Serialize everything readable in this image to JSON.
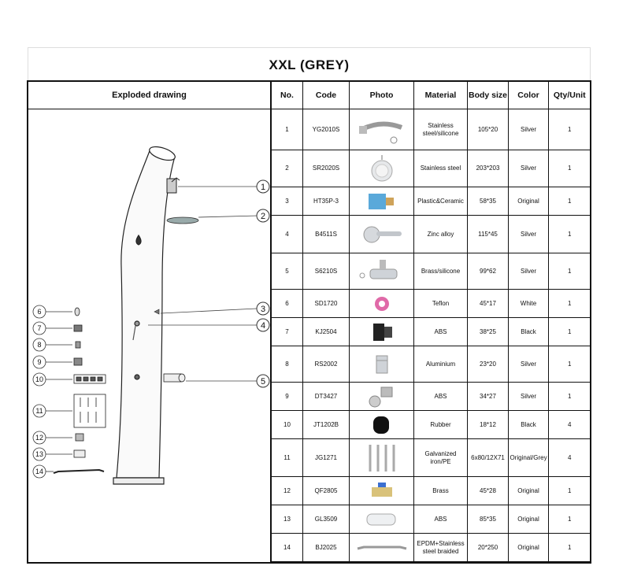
{
  "title": "XXL  (GREY)",
  "drawing_header": "Exploded drawing",
  "columns": [
    "No.",
    "Code",
    "Photo",
    "Material",
    "Body size",
    "Color",
    "Qty/Unit"
  ],
  "rows": [
    {
      "no": "1",
      "code": "YG2010S",
      "material": "Stainless steel/silicone",
      "size": "105*20",
      "color": "Silver",
      "qty": "1",
      "photo": "shower-arm-photo"
    },
    {
      "no": "2",
      "code": "SR2020S",
      "material": "Stainless steel",
      "size": "203*203",
      "color": "Silver",
      "qty": "1",
      "photo": "shower-head-photo"
    },
    {
      "no": "3",
      "code": "HT35P-3",
      "material": "Plastic&Ceramic",
      "size": "58*35",
      "color": "Original",
      "qty": "1",
      "photo": "ceramic-cartridge-photo"
    },
    {
      "no": "4",
      "code": "B4511S",
      "material": "Zinc alloy",
      "size": "115*45",
      "color": "Silver",
      "qty": "1",
      "photo": "handle-photo"
    },
    {
      "no": "5",
      "code": "S6210S",
      "material": "Brass/silicone",
      "size": "99*62",
      "color": "Silver",
      "qty": "1",
      "photo": "tap-photo"
    },
    {
      "no": "6",
      "code": "SD1720",
      "material": "Teflon",
      "size": "45*17",
      "color": "White",
      "qty": "1",
      "photo": "teflon-ring-photo"
    },
    {
      "no": "7",
      "code": "KJ2504",
      "material": "ABS",
      "size": "38*25",
      "color": "Black",
      "qty": "1",
      "photo": "connector-photo"
    },
    {
      "no": "8",
      "code": "RS2002",
      "material": "Aluminium",
      "size": "23*20",
      "color": "Silver",
      "qty": "1",
      "photo": "adapter-photo"
    },
    {
      "no": "9",
      "code": "DT3427",
      "material": "ABS",
      "size": "34*27",
      "color": "Silver",
      "qty": "1",
      "photo": "cap-photo"
    },
    {
      "no": "10",
      "code": "JT1202B",
      "material": "Rubber",
      "size": "18*12",
      "color": "Black",
      "qty": "4",
      "photo": "rubber-foot-photo"
    },
    {
      "no": "11",
      "code": "JG1271",
      "material": "Galvanized iron/PE",
      "size": "6x80/12X71",
      "color": "Original/Grey",
      "qty": "4",
      "photo": "anchor-bolts-photo"
    },
    {
      "no": "12",
      "code": "QF2805",
      "material": "Brass",
      "size": "45*28",
      "color": "Original",
      "qty": "1",
      "photo": "valve-photo"
    },
    {
      "no": "13",
      "code": "GL3509",
      "material": "ABS",
      "size": "85*35",
      "color": "Original",
      "qty": "1",
      "photo": "filter-photo"
    },
    {
      "no": "14",
      "code": "BJ2025",
      "material": "EPDM+Stainless steel braided",
      "size": "20*250",
      "color": "Original",
      "qty": "1",
      "photo": "braided-hose-photo"
    }
  ],
  "callouts": [
    "1",
    "2",
    "3",
    "4",
    "5",
    "6",
    "7",
    "8",
    "9",
    "10",
    "11",
    "12",
    "13",
    "14"
  ],
  "colors": {
    "border": "#111111",
    "line": "#444444",
    "silver": "#b8bcc2",
    "pink": "#e06aa8",
    "blue": "#4aa3d8"
  }
}
